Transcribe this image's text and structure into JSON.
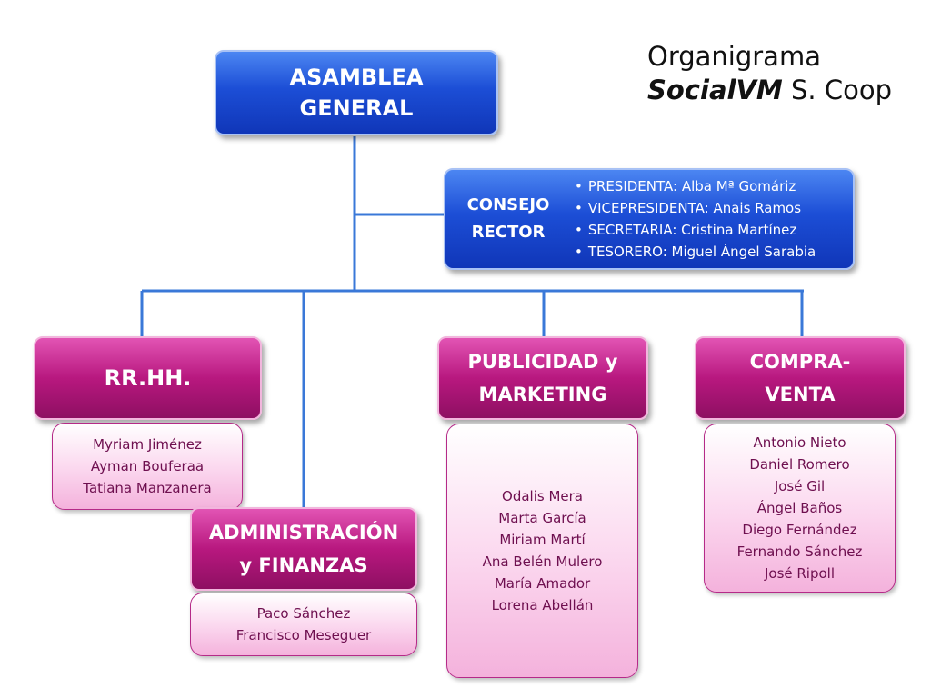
{
  "title": {
    "line1": "Organigrama",
    "line2_bold_italic": "SocialVM",
    "line2_rest": " S. Coop"
  },
  "colors": {
    "blue_box": "#1c4ed6",
    "magenta_box": "#b8187f",
    "pink_card": "#fbd6ee",
    "connector": "#3a78d8"
  },
  "asamblea": {
    "line1": "ASAMBLEA",
    "line2": "GENERAL"
  },
  "consejo": {
    "line1": "CONSEJO",
    "line2": "RECTOR",
    "members": [
      "PRESIDENTA:   Alba Mª Gomáriz",
      "VICEPRESIDENTA:  Anais Ramos",
      "SECRETARIA:  Cristina Martínez",
      "TESORERO:   Miguel Ángel Sarabia"
    ]
  },
  "departments": {
    "rrhh": {
      "line1": "RR.HH.",
      "people": [
        "Myriam Jiménez",
        "Ayman Bouferaa",
        "Tatiana Manzanera"
      ]
    },
    "admin": {
      "line1": "ADMINISTRACIÓN",
      "line2": "y FINANZAS",
      "people": [
        "Paco Sánchez",
        "Francisco Meseguer"
      ]
    },
    "publicidad": {
      "line1": "PUBLICIDAD y",
      "line2": "MARKETING",
      "people": [
        "Odalis Mera",
        "Marta  García",
        "Miriam Martí",
        "Ana Belén Mulero",
        "María Amador",
        "Lorena Abellán"
      ]
    },
    "compra": {
      "line1": "COMPRA-",
      "line2": "VENTA",
      "people": [
        "Antonio Nieto",
        "Daniel Romero",
        "José Gil",
        "Ángel Baños",
        "Diego Fernández",
        "Fernando Sánchez",
        "José Ripoll"
      ]
    }
  }
}
